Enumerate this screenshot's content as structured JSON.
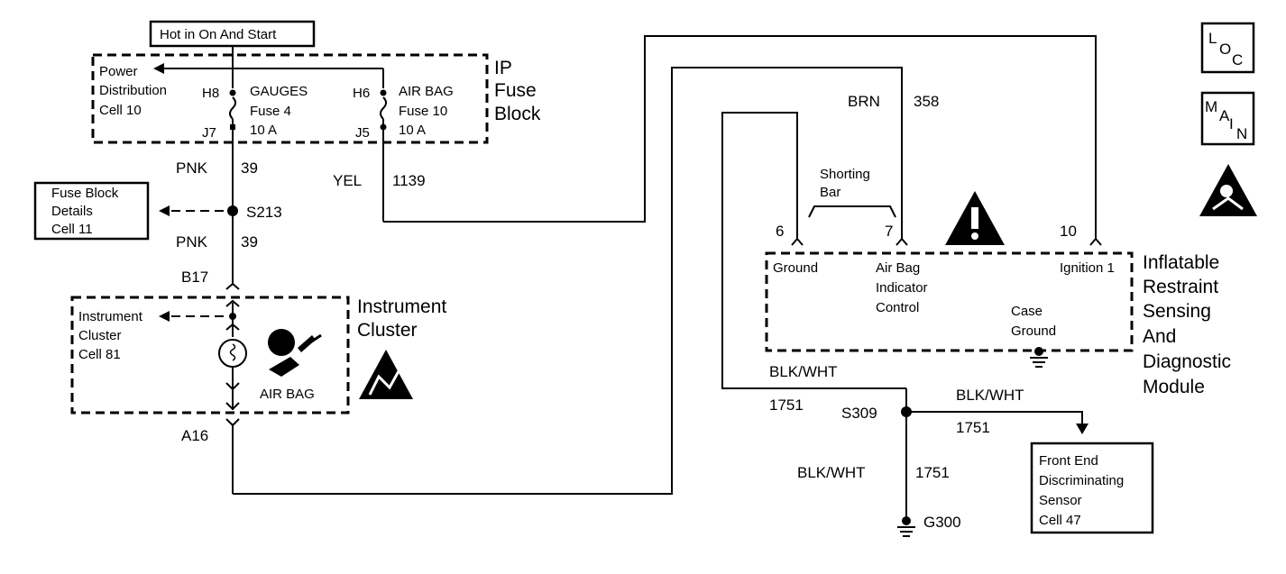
{
  "fuse_block": {
    "hot_label": "Hot in On And Start",
    "title_lines": [
      "IP",
      "Fuse",
      "Block"
    ],
    "power_dist_lines": [
      "Power",
      "Distribution",
      "Cell 10"
    ],
    "h8": "H8",
    "j7": "J7",
    "gauges_fuse_lines": [
      "GAUGES",
      "Fuse 4",
      "10 A"
    ],
    "h6": "H6",
    "j5": "J5",
    "airbag_fuse_lines": [
      "AIR BAG",
      "Fuse 10",
      "10 A"
    ]
  },
  "wires": {
    "pnk_color": "PNK",
    "pnk_circuit": "39",
    "yel_color": "YEL",
    "yel_circuit": "1139",
    "brn_color": "BRN",
    "brn_circuit": "358",
    "blkwht_color": "BLK/WHT",
    "blkwht_circuit": "1751"
  },
  "splices": {
    "s213": "S213",
    "s309": "S309",
    "g300": "G300"
  },
  "fuse_details_lines": [
    "Fuse Block",
    "Details",
    "Cell 11"
  ],
  "cluster": {
    "b17": "B17",
    "a16": "A16",
    "ref_lines": [
      "Instrument",
      "Cluster",
      "Cell 81"
    ],
    "airbag_lamp": "AIR BAG",
    "title_lines": [
      "Instrument",
      "Cluster"
    ]
  },
  "shorting_bar_lines": [
    "Shorting",
    "Bar"
  ],
  "module": {
    "pin6": "6",
    "pin7": "7",
    "pin10": "10",
    "ground": "Ground",
    "airbag_indicator_lines": [
      "Air Bag",
      "Indicator",
      "Control"
    ],
    "ignition": "Ignition 1",
    "case_ground_lines": [
      "Case",
      "Ground"
    ],
    "title_lines": [
      "Inflatable",
      "Restraint",
      "Sensing",
      "And",
      "Diagnostic",
      "Module"
    ]
  },
  "front_end_lines": [
    "Front End",
    "Discriminating",
    "Sensor",
    "Cell 47"
  ],
  "icons": {
    "loc": [
      "L",
      "O",
      "C"
    ],
    "main": [
      "M",
      "A",
      "I",
      "N"
    ]
  }
}
